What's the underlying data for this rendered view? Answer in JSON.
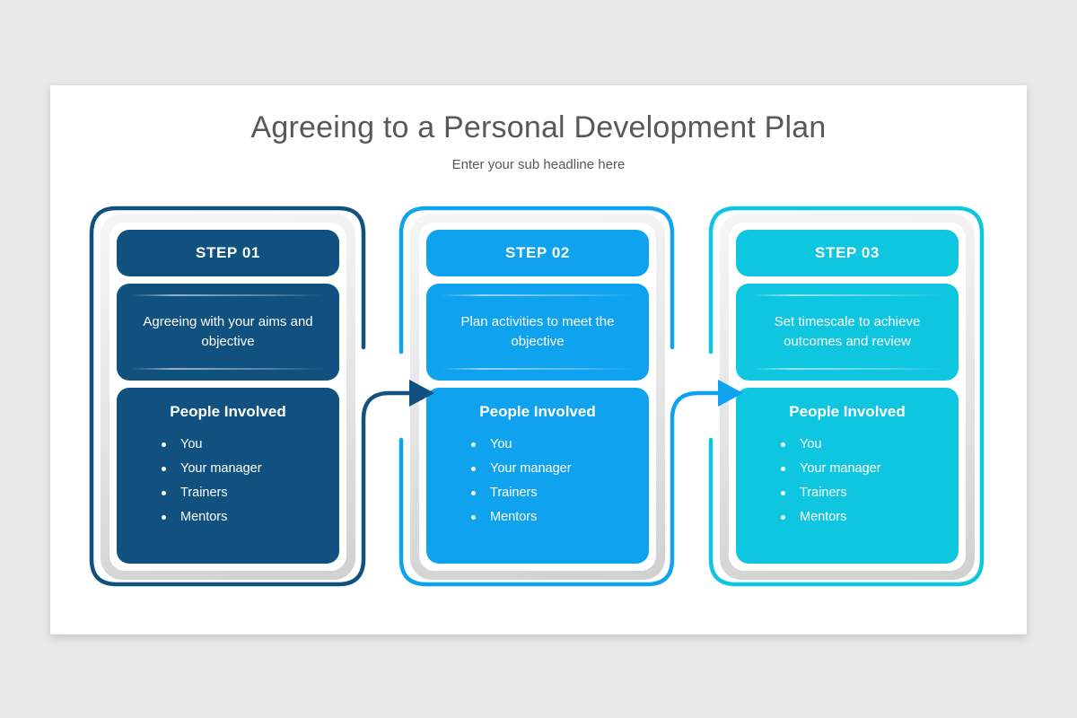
{
  "background_color": "#e8e8e8",
  "slide": {
    "title": "Agreeing to a Personal Development Plan",
    "subtitle": "Enter your sub headline here"
  },
  "colors": {
    "step1": "#11517f",
    "step2": "#0fa2ef",
    "step3": "#0fc6e0",
    "slide_background": "#ffffff",
    "title_text": "#57585a"
  },
  "steps": [
    {
      "label": "STEP 01",
      "description": "Agreeing with your aims and objective",
      "people_title": "People Involved",
      "people": [
        "You",
        "Your manager",
        "Trainers",
        "Mentors"
      ],
      "color": "#11517f"
    },
    {
      "label": "STEP 02",
      "description": "Plan activities to meet the objective",
      "people_title": "People Involved",
      "people": [
        "You",
        "Your manager",
        "Trainers",
        "Mentors"
      ],
      "color": "#0fa2ef"
    },
    {
      "label": "STEP 03",
      "description": "Set timescale to achieve outcomes and review",
      "people_title": "People Involved",
      "people": [
        "You",
        "Your manager",
        "Trainers",
        "Mentors"
      ],
      "color": "#0fc6e0"
    }
  ]
}
